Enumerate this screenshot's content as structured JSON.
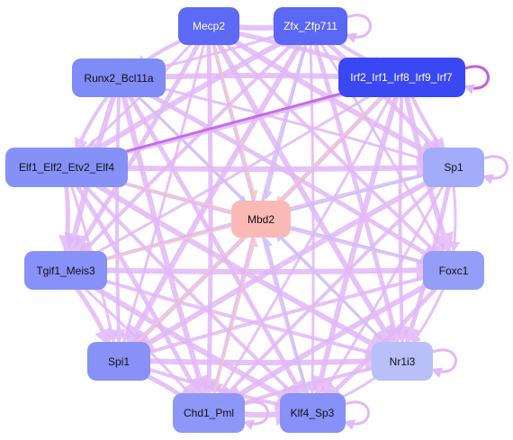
{
  "diagram": {
    "center_node": "Mbd2",
    "nodes": [
      {
        "id": "mecp2",
        "label": "Mecp2",
        "fill": "#5c6af5",
        "text_color": "#ffffff"
      },
      {
        "id": "zfx",
        "label": "Zfx_Zfp711",
        "fill": "#5a68f5",
        "text_color": "#ffffff"
      },
      {
        "id": "irf",
        "label": "Irf2_Irf1_Irf8_Irf9_Irf7",
        "fill": "#3a48f3",
        "text_color": "#ffffff"
      },
      {
        "id": "runx2",
        "label": "Runx2_Bcl11a",
        "fill": "#7f8bf6",
        "text_color": "#111111"
      },
      {
        "id": "elf",
        "label": "Elf1_Elf2_Etv2_Elf4",
        "fill": "#8691f7",
        "text_color": "#111111"
      },
      {
        "id": "sp1",
        "label": "Sp1",
        "fill": "#a3acf8",
        "text_color": "#111111"
      },
      {
        "id": "mbd2",
        "label": "Mbd2",
        "fill": "#fbb9b6",
        "text_color": "#111111"
      },
      {
        "id": "tgif1",
        "label": "Tgif1_Meis3",
        "fill": "#8791f7",
        "text_color": "#111111"
      },
      {
        "id": "foxc1",
        "label": "Foxc1",
        "fill": "#949df7",
        "text_color": "#111111"
      },
      {
        "id": "spi1",
        "label": "Spi1",
        "fill": "#8791f7",
        "text_color": "#111111"
      },
      {
        "id": "nr1i3",
        "label": "Nr1i3",
        "fill": "#b9bff9",
        "text_color": "#111111"
      },
      {
        "id": "chd1",
        "label": "Chd1_Pml",
        "fill": "#8d97f7",
        "text_color": "#111111"
      },
      {
        "id": "klf4",
        "label": "Klf4_Sp3",
        "fill": "#8791f7",
        "text_color": "#111111"
      }
    ],
    "colors": {
      "edge_main": "#e2b8f7",
      "edge_strong": "#c15ce8",
      "edge_blue": "#c2c6f5",
      "edge_peach": "#f7c9bd"
    }
  }
}
